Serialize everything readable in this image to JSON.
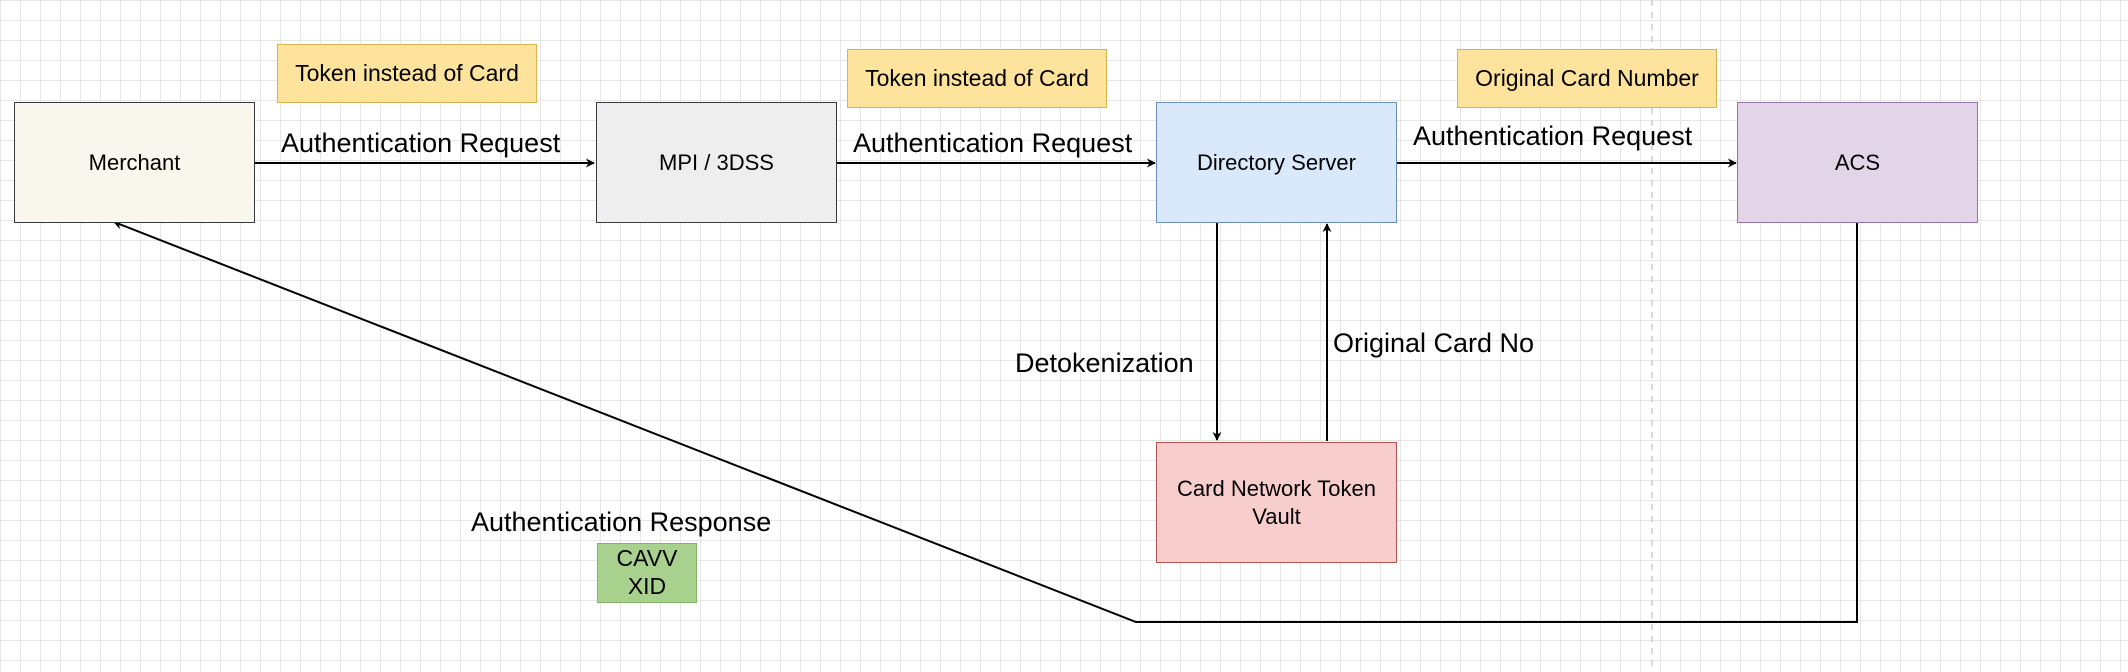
{
  "nodes": {
    "merchant": "Merchant",
    "mpi": "MPI / 3DSS",
    "directory_server": "Directory Server",
    "acs": "ACS",
    "token_vault_line1": "Card Network Token",
    "token_vault_line2": "Vault"
  },
  "notes": {
    "note1": "Token instead of Card",
    "note2": "Token instead of Card",
    "note3": "Original Card Number"
  },
  "edges": {
    "auth_request_1": "Authentication Request",
    "auth_request_2": "Authentication Request",
    "auth_request_3": "Authentication Request",
    "detokenization": "Detokenization",
    "original_card_no": "Original Card No",
    "auth_response": "Authentication Response"
  },
  "response_payload": {
    "line1": "CAVV",
    "line2": "XID"
  },
  "colors": {
    "grid": "#e6e6e6",
    "merchant_fill": "#f9f7ed",
    "mpi_fill": "#eeeeee",
    "directory_server_fill": "#dae8fc",
    "acs_fill": "#e1d5e7",
    "vault_fill": "#f8cecc",
    "note_fill": "#fde39c",
    "payload_fill": "#a9d18e"
  }
}
